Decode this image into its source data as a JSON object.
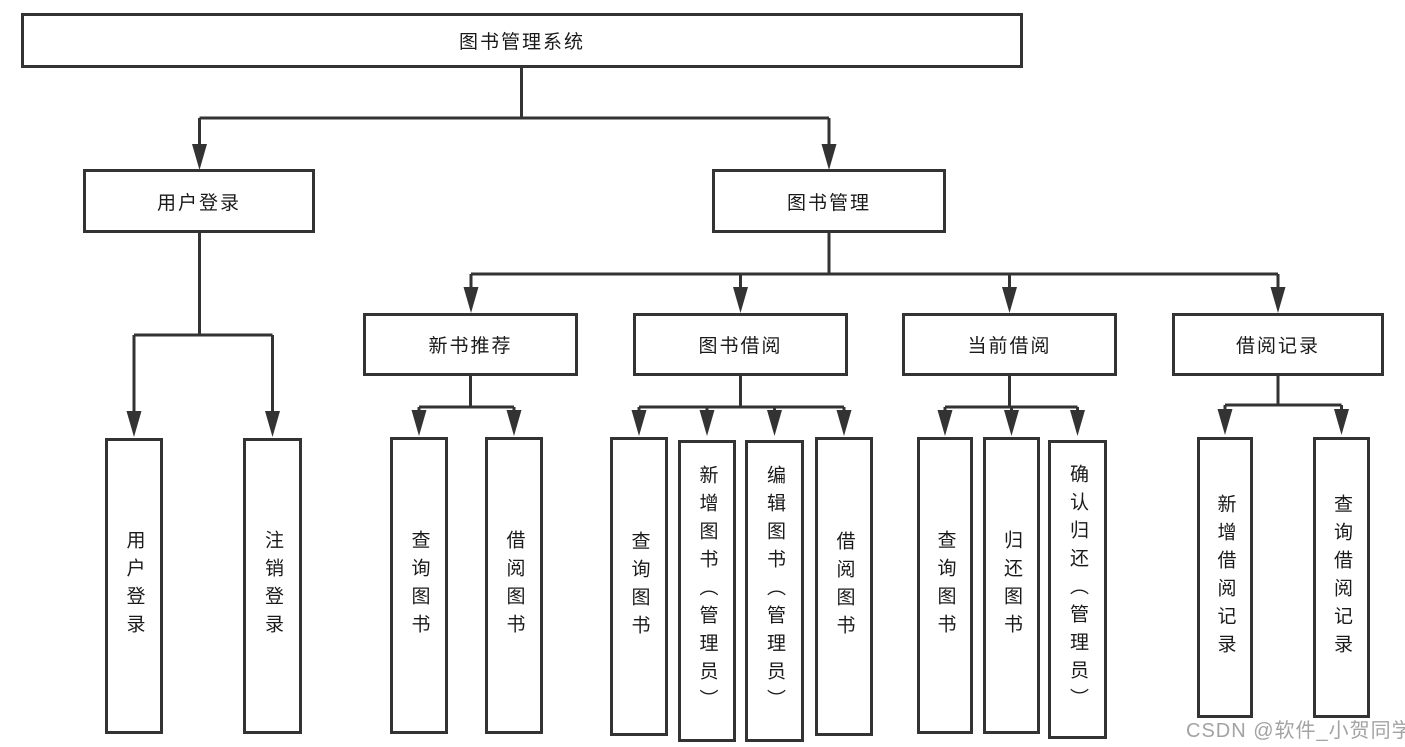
{
  "diagram": {
    "root": {
      "label": "图书管理系统"
    },
    "branches": [
      {
        "label": "用户登录"
      },
      {
        "label": "图书管理"
      }
    ],
    "modules": [
      {
        "label": "新书推荐"
      },
      {
        "label": "图书借阅"
      },
      {
        "label": "当前借阅"
      },
      {
        "label": "借阅记录"
      }
    ],
    "leaves": [
      {
        "label": "用户登录"
      },
      {
        "label": "注销登录"
      },
      {
        "label": "查询图书"
      },
      {
        "label": "借阅图书"
      },
      {
        "label": "查询图书"
      },
      {
        "label": "新增图书（管理员）"
      },
      {
        "label": "编辑图书（管理员）"
      },
      {
        "label": "借阅图书"
      },
      {
        "label": "查询图书"
      },
      {
        "label": "归还图书"
      },
      {
        "label": "确认归还（管理员）"
      },
      {
        "label": "新增借阅记录"
      },
      {
        "label": "查询借阅记录"
      }
    ]
  },
  "watermark": {
    "text": "CSDN @软件_小贺同学"
  },
  "colors": {
    "line": "#333333",
    "box_border": "#333333",
    "text": "#1a1a1a",
    "watermark": "#a3a3a3",
    "background": "#ffffff"
  }
}
